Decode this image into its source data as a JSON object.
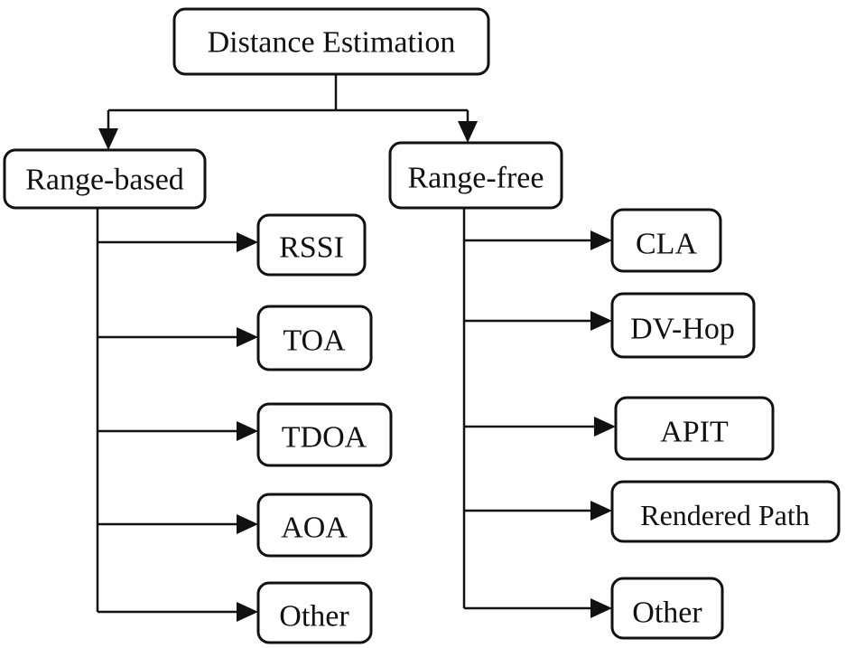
{
  "root": {
    "label": "Distance Estimation"
  },
  "branches": [
    {
      "label": "Range-based",
      "children": [
        "RSSI",
        "TOA",
        "TDOA",
        "AOA",
        "Other"
      ]
    },
    {
      "label": "Range-free",
      "children": [
        "CLA",
        "DV-Hop",
        "APIT",
        "Rendered Path",
        "Other"
      ]
    }
  ]
}
